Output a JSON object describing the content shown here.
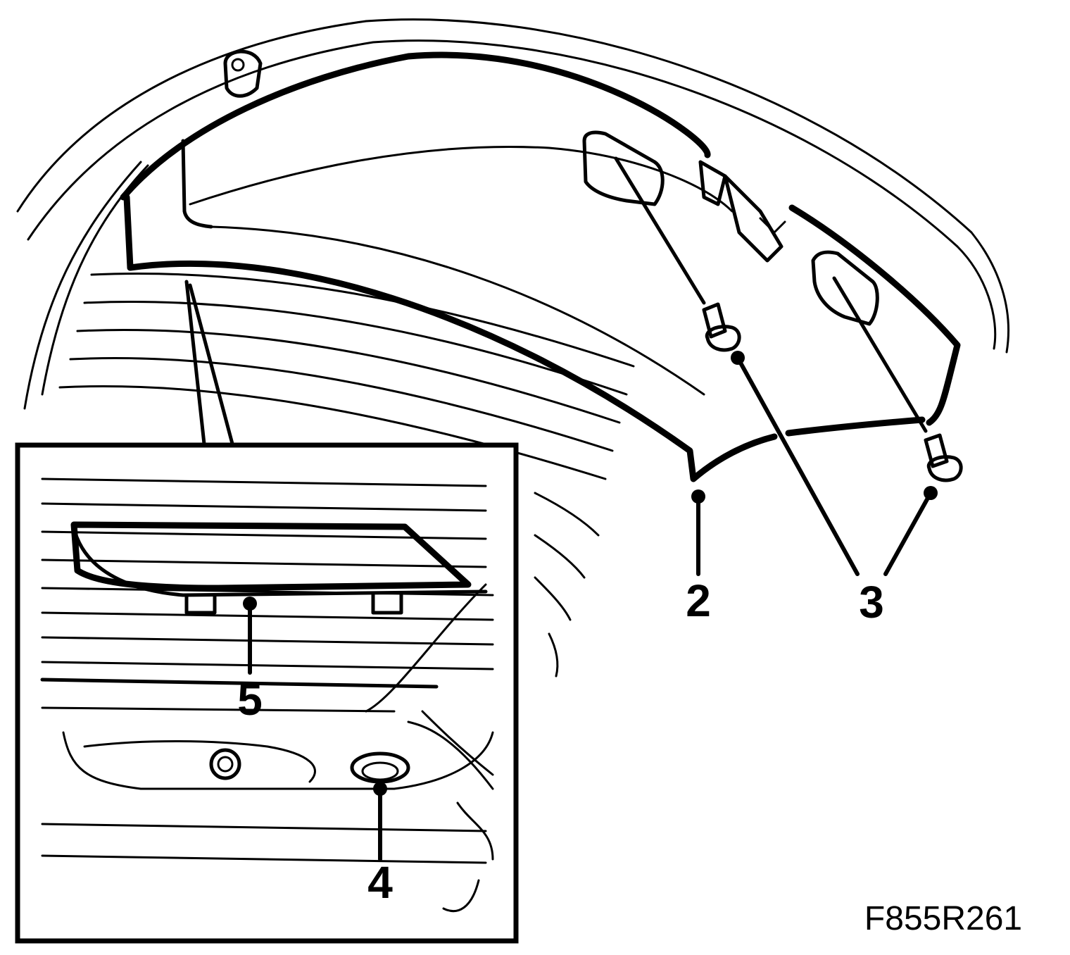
{
  "diagram": {
    "callouts": {
      "c2": "2",
      "c3": "3",
      "c4": "4",
      "c5": "5"
    },
    "figure_ref": "F855R261"
  },
  "colors": {
    "line": "#000000",
    "background": "#ffffff"
  }
}
